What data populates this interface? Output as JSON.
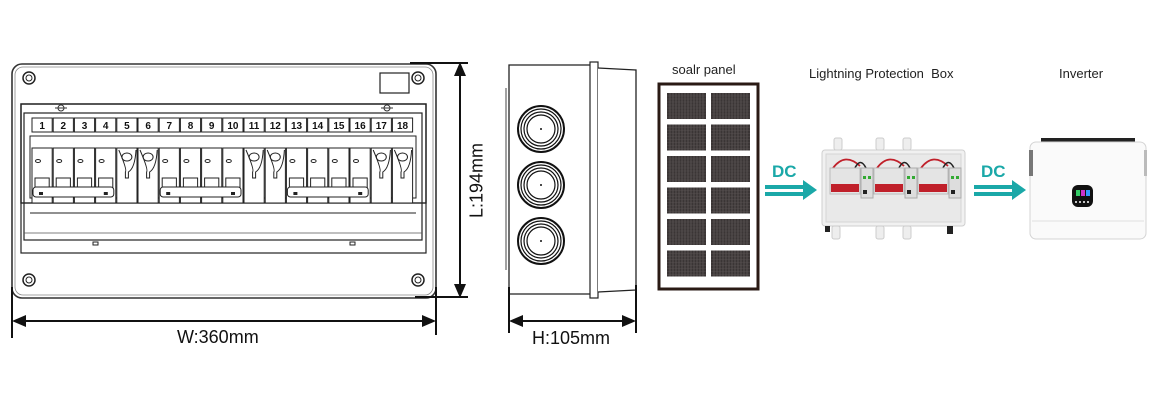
{
  "front_view": {
    "breaker_numbers": [
      "1",
      "2",
      "3",
      "4",
      "5",
      "6",
      "7",
      "8",
      "9",
      "10",
      "11",
      "12",
      "13",
      "14",
      "15",
      "16",
      "17",
      "18"
    ],
    "module_types": [
      "mcb",
      "mcb",
      "mcb",
      "mcb",
      "fuse",
      "fuse",
      "mcb",
      "mcb",
      "mcb",
      "mcb",
      "fuse",
      "fuse",
      "mcb",
      "mcb",
      "mcb",
      "mcb",
      "fuse",
      "fuse"
    ],
    "width_label": "W:360mm",
    "length_label": "L:194mm"
  },
  "side_view": {
    "cable_glands": 3,
    "depth_label": "H:105mm"
  },
  "flow": {
    "solar_panel_label": "soalr panel",
    "protection_box_label": "Lightning Protection  Box",
    "inverter_label": "Inverter",
    "arrow1_label": "DC",
    "arrow2_label": "DC",
    "solar_cells": {
      "rows": 6,
      "cols": 2
    }
  },
  "colors": {
    "accent": "#1aa8a8",
    "line": "#111111",
    "breaker_red": "#c0202a"
  }
}
